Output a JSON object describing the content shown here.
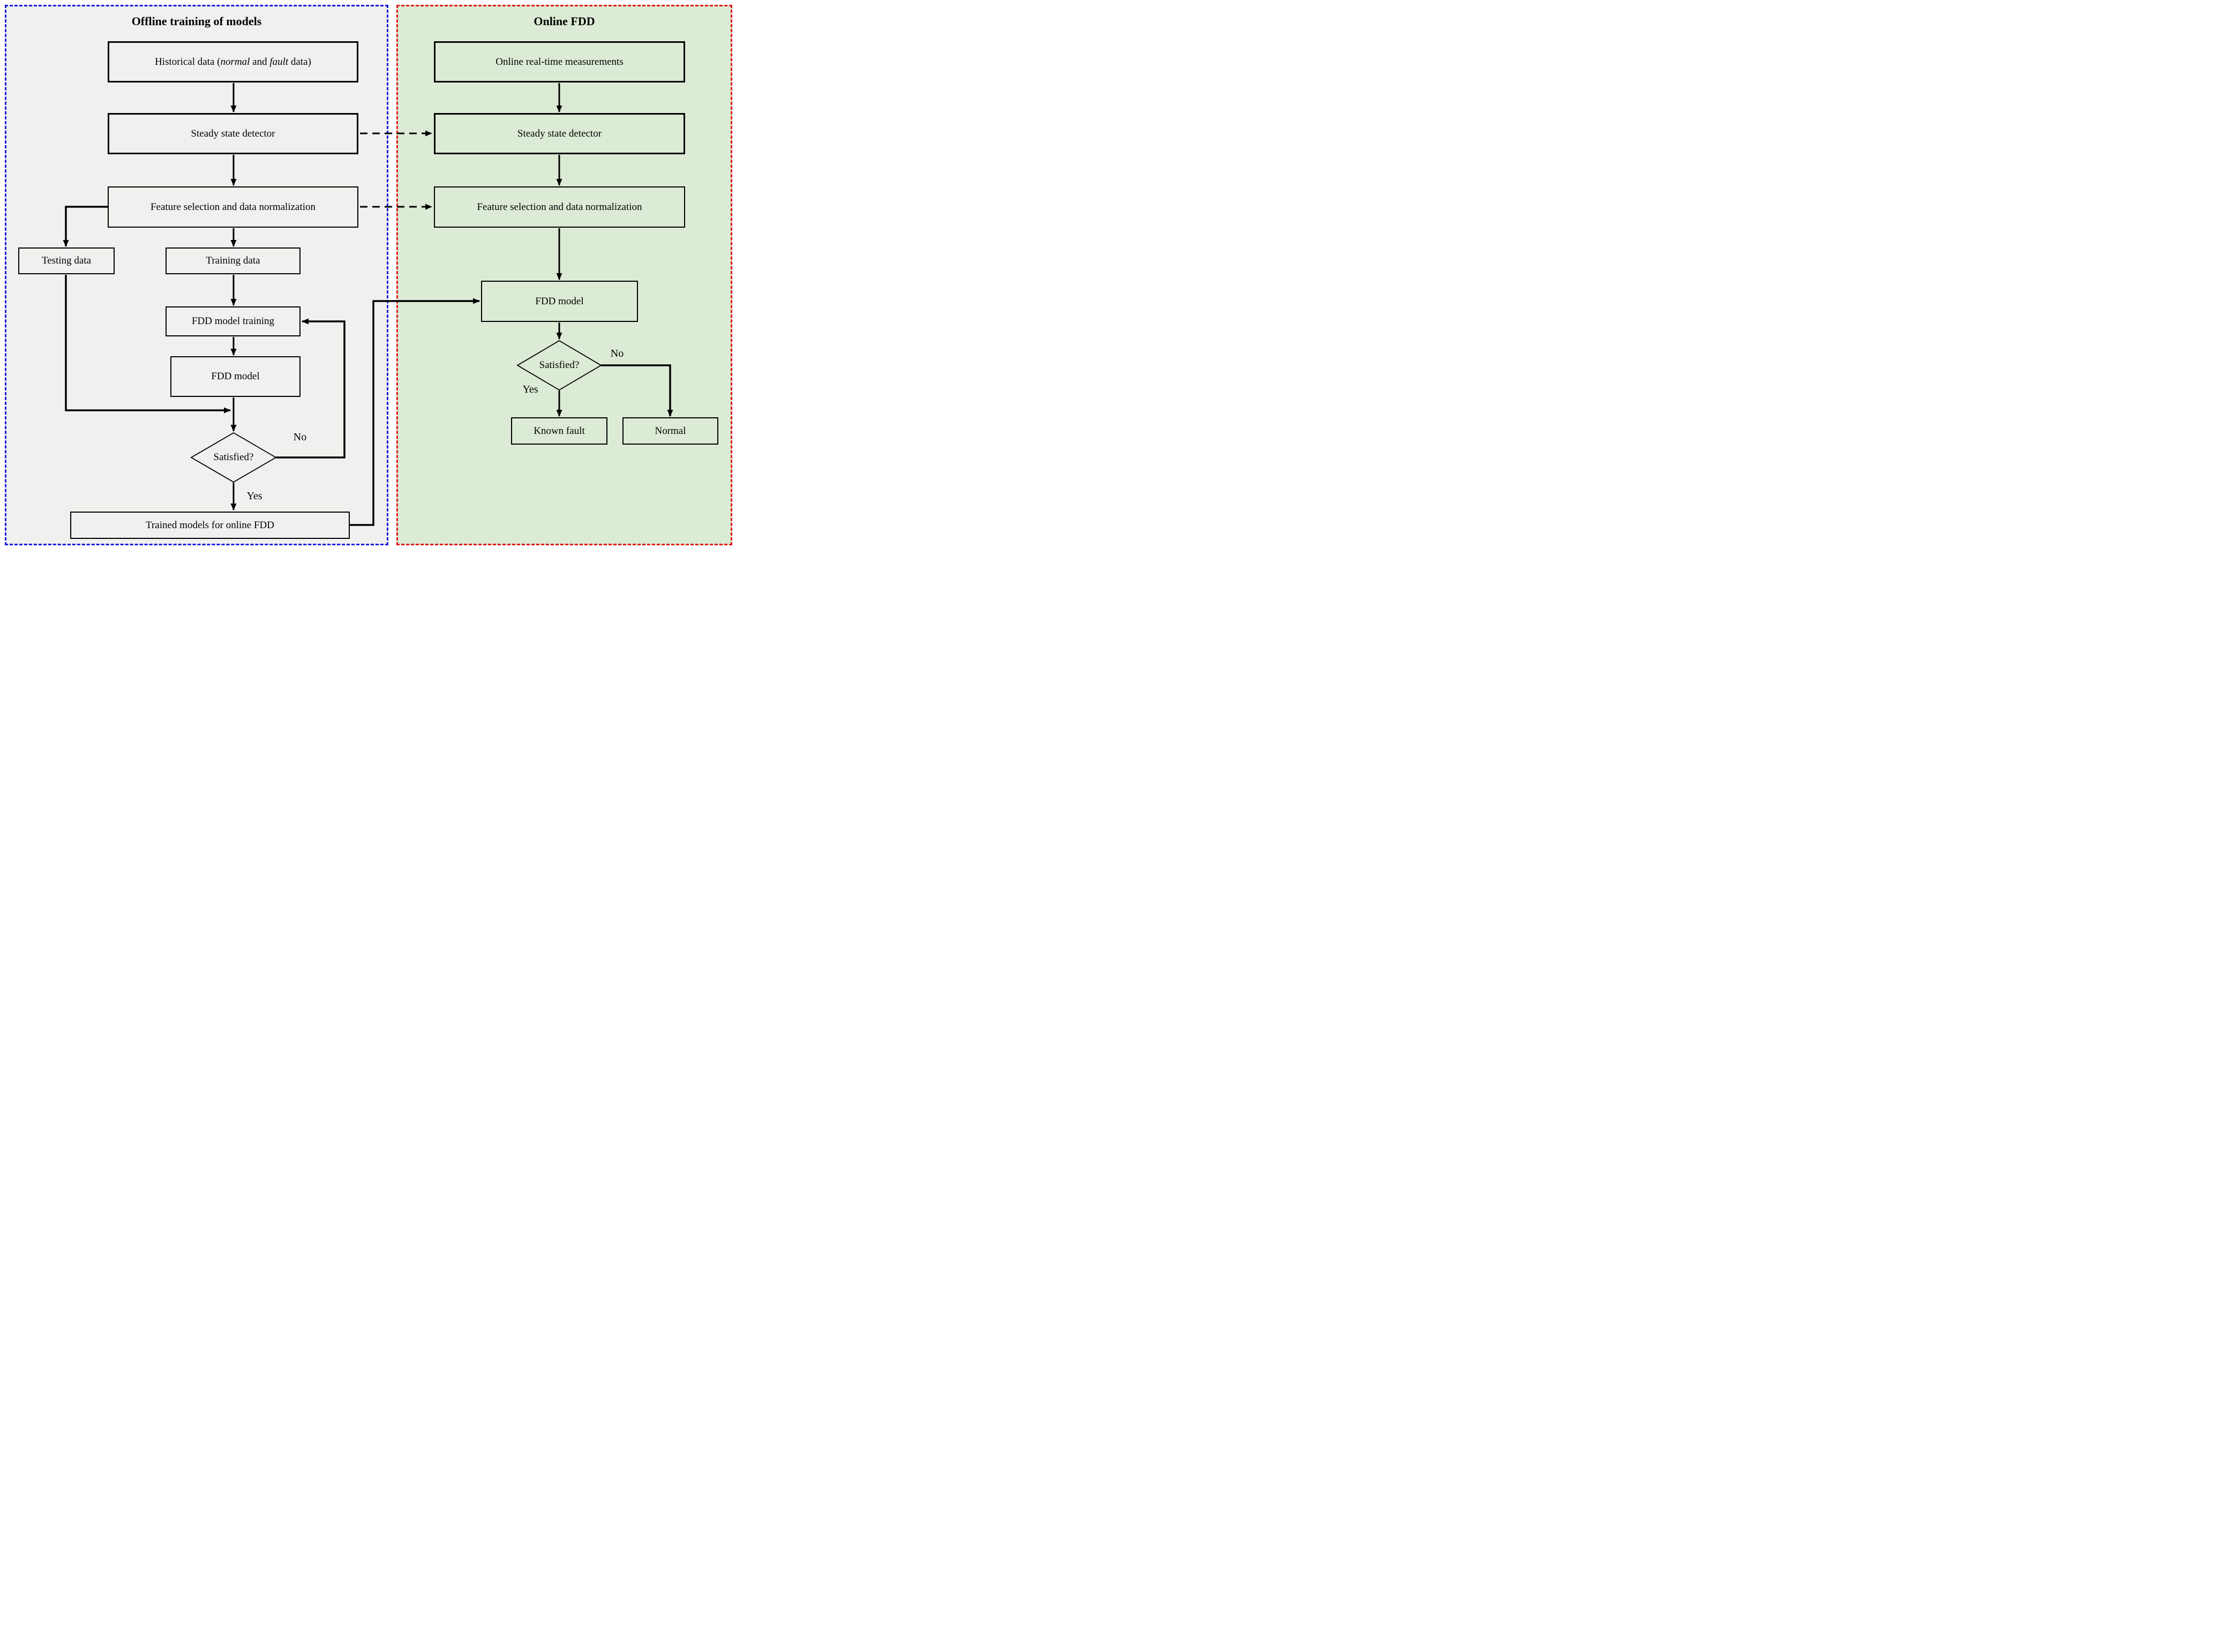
{
  "colors": {
    "left_bg": "#f0f0ee",
    "right_bg": "#dcebd5",
    "left_border": "#1a1ae0",
    "right_border": "#e01a1a",
    "line": "#000000"
  },
  "left_panel": {
    "title": "Offline training of models",
    "nodes": {
      "historical_prefix": "Historical data (",
      "historical_italic1": "normal",
      "historical_mid": " and ",
      "historical_italic2": "fault",
      "historical_suffix": " data)",
      "steady": "Steady state detector",
      "feature": "Feature selection and data normalization",
      "testing": "Testing data",
      "training": "Training data",
      "fdd_training": "FDD model training",
      "fdd_model": "FDD model",
      "satisfied": "Satisfied?",
      "trained": "Trained models for online FDD"
    },
    "edge_labels": {
      "no": "No",
      "yes": "Yes"
    }
  },
  "right_panel": {
    "title": "Online FDD",
    "nodes": {
      "online": "Online real-time measurements",
      "steady": "Steady state detector",
      "feature": "Feature selection and data normalization",
      "fdd_model": "FDD model",
      "satisfied": "Satisfied?",
      "known_fault": "Known fault",
      "normal": "Normal"
    },
    "edge_labels": {
      "no": "No",
      "yes": "Yes"
    }
  }
}
